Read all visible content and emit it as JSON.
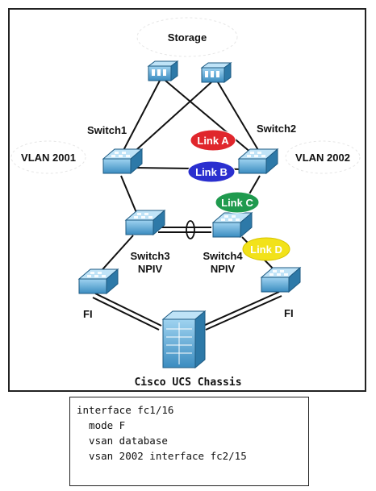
{
  "title": "Storage",
  "vlans": [
    "VLAN 2001",
    "VLAN 2002"
  ],
  "switches": {
    "switch1": "Switch1",
    "switch2": "Switch2",
    "switch3": [
      "Switch3",
      "NPIV"
    ],
    "switch4": [
      "Switch4",
      "NPIV"
    ],
    "fi_left": "FI",
    "fi_right": "FI"
  },
  "links": {
    "a": {
      "label": "Link A",
      "color": "#e0262c"
    },
    "b": {
      "label": "Link B",
      "color": "#2a2fcf"
    },
    "c": {
      "label": "Link C",
      "color": "#1f9a4e"
    },
    "d": {
      "label": "Link D",
      "color": "#f2e21a"
    }
  },
  "chassis": "Cisco UCS Chassis",
  "config": [
    "interface fc1/16",
    "  mode F",
    "  vsan database",
    "  vsan 2002 interface fc2/15"
  ],
  "colors": {
    "device_blue": "#5aa9d8",
    "device_dark": "#2d79a8"
  }
}
